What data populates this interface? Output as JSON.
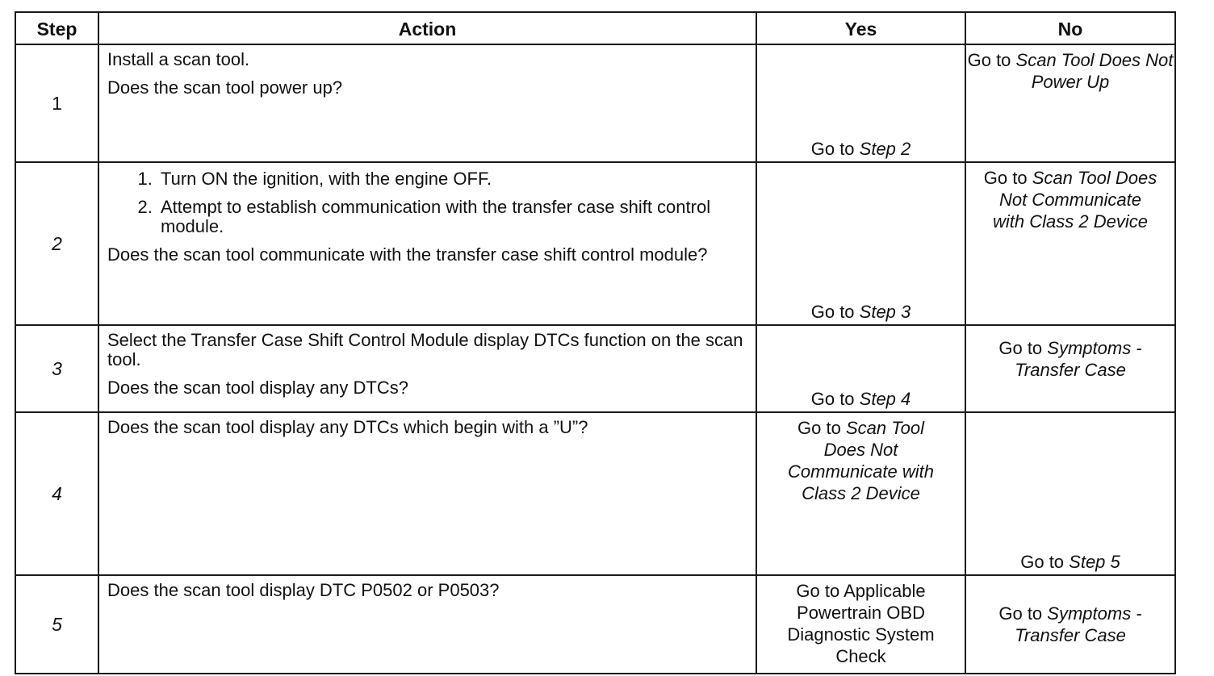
{
  "headers": {
    "step": "Step",
    "action": "Action",
    "yes": "Yes",
    "no": "No"
  },
  "rows": [
    {
      "step": "1",
      "action_lines": [
        "Install a scan tool.",
        "Does the scan tool power up?"
      ],
      "yes": {
        "prefix": "Go to ",
        "link": "Step 2"
      },
      "no": {
        "prefix": "Go to ",
        "link": "Scan Tool Does Not Power Up"
      }
    },
    {
      "step": "2",
      "action_list": [
        "Turn ON the ignition, with the engine OFF.",
        "Attempt to establish communication with the transfer case shift control module."
      ],
      "action_question": "Does the scan tool communicate with the transfer case shift control module?",
      "yes": {
        "prefix": "Go to ",
        "link": "Step 3"
      },
      "no": {
        "prefix": "Go to ",
        "link": "Scan Tool Does Not Communicate with Class 2 Device"
      }
    },
    {
      "step": "3",
      "action_lines": [
        "Select the Transfer Case Shift Control Module display DTCs function on the scan tool.",
        "Does the scan tool display any DTCs?"
      ],
      "yes": {
        "prefix": "Go to ",
        "link": "Step 4"
      },
      "no": {
        "prefix": "Go to ",
        "link": "Symptoms - Transfer Case"
      }
    },
    {
      "step": "4",
      "action_lines": [
        "Does the scan tool display any DTCs which begin with a ”U”?"
      ],
      "yes": {
        "prefix": "Go to ",
        "link": "Scan Tool Does Not Communicate with Class 2 Device"
      },
      "no": {
        "prefix": "Go to ",
        "link": "Step 5"
      }
    },
    {
      "step": "5",
      "action_lines": [
        "Does the scan tool display DTC P0502 or P0503?"
      ],
      "yes": {
        "text": "Go to Applicable Powertrain OBD Diagnostic System Check"
      },
      "no": {
        "prefix": "Go to ",
        "link": "Symptoms - Transfer Case"
      }
    }
  ]
}
